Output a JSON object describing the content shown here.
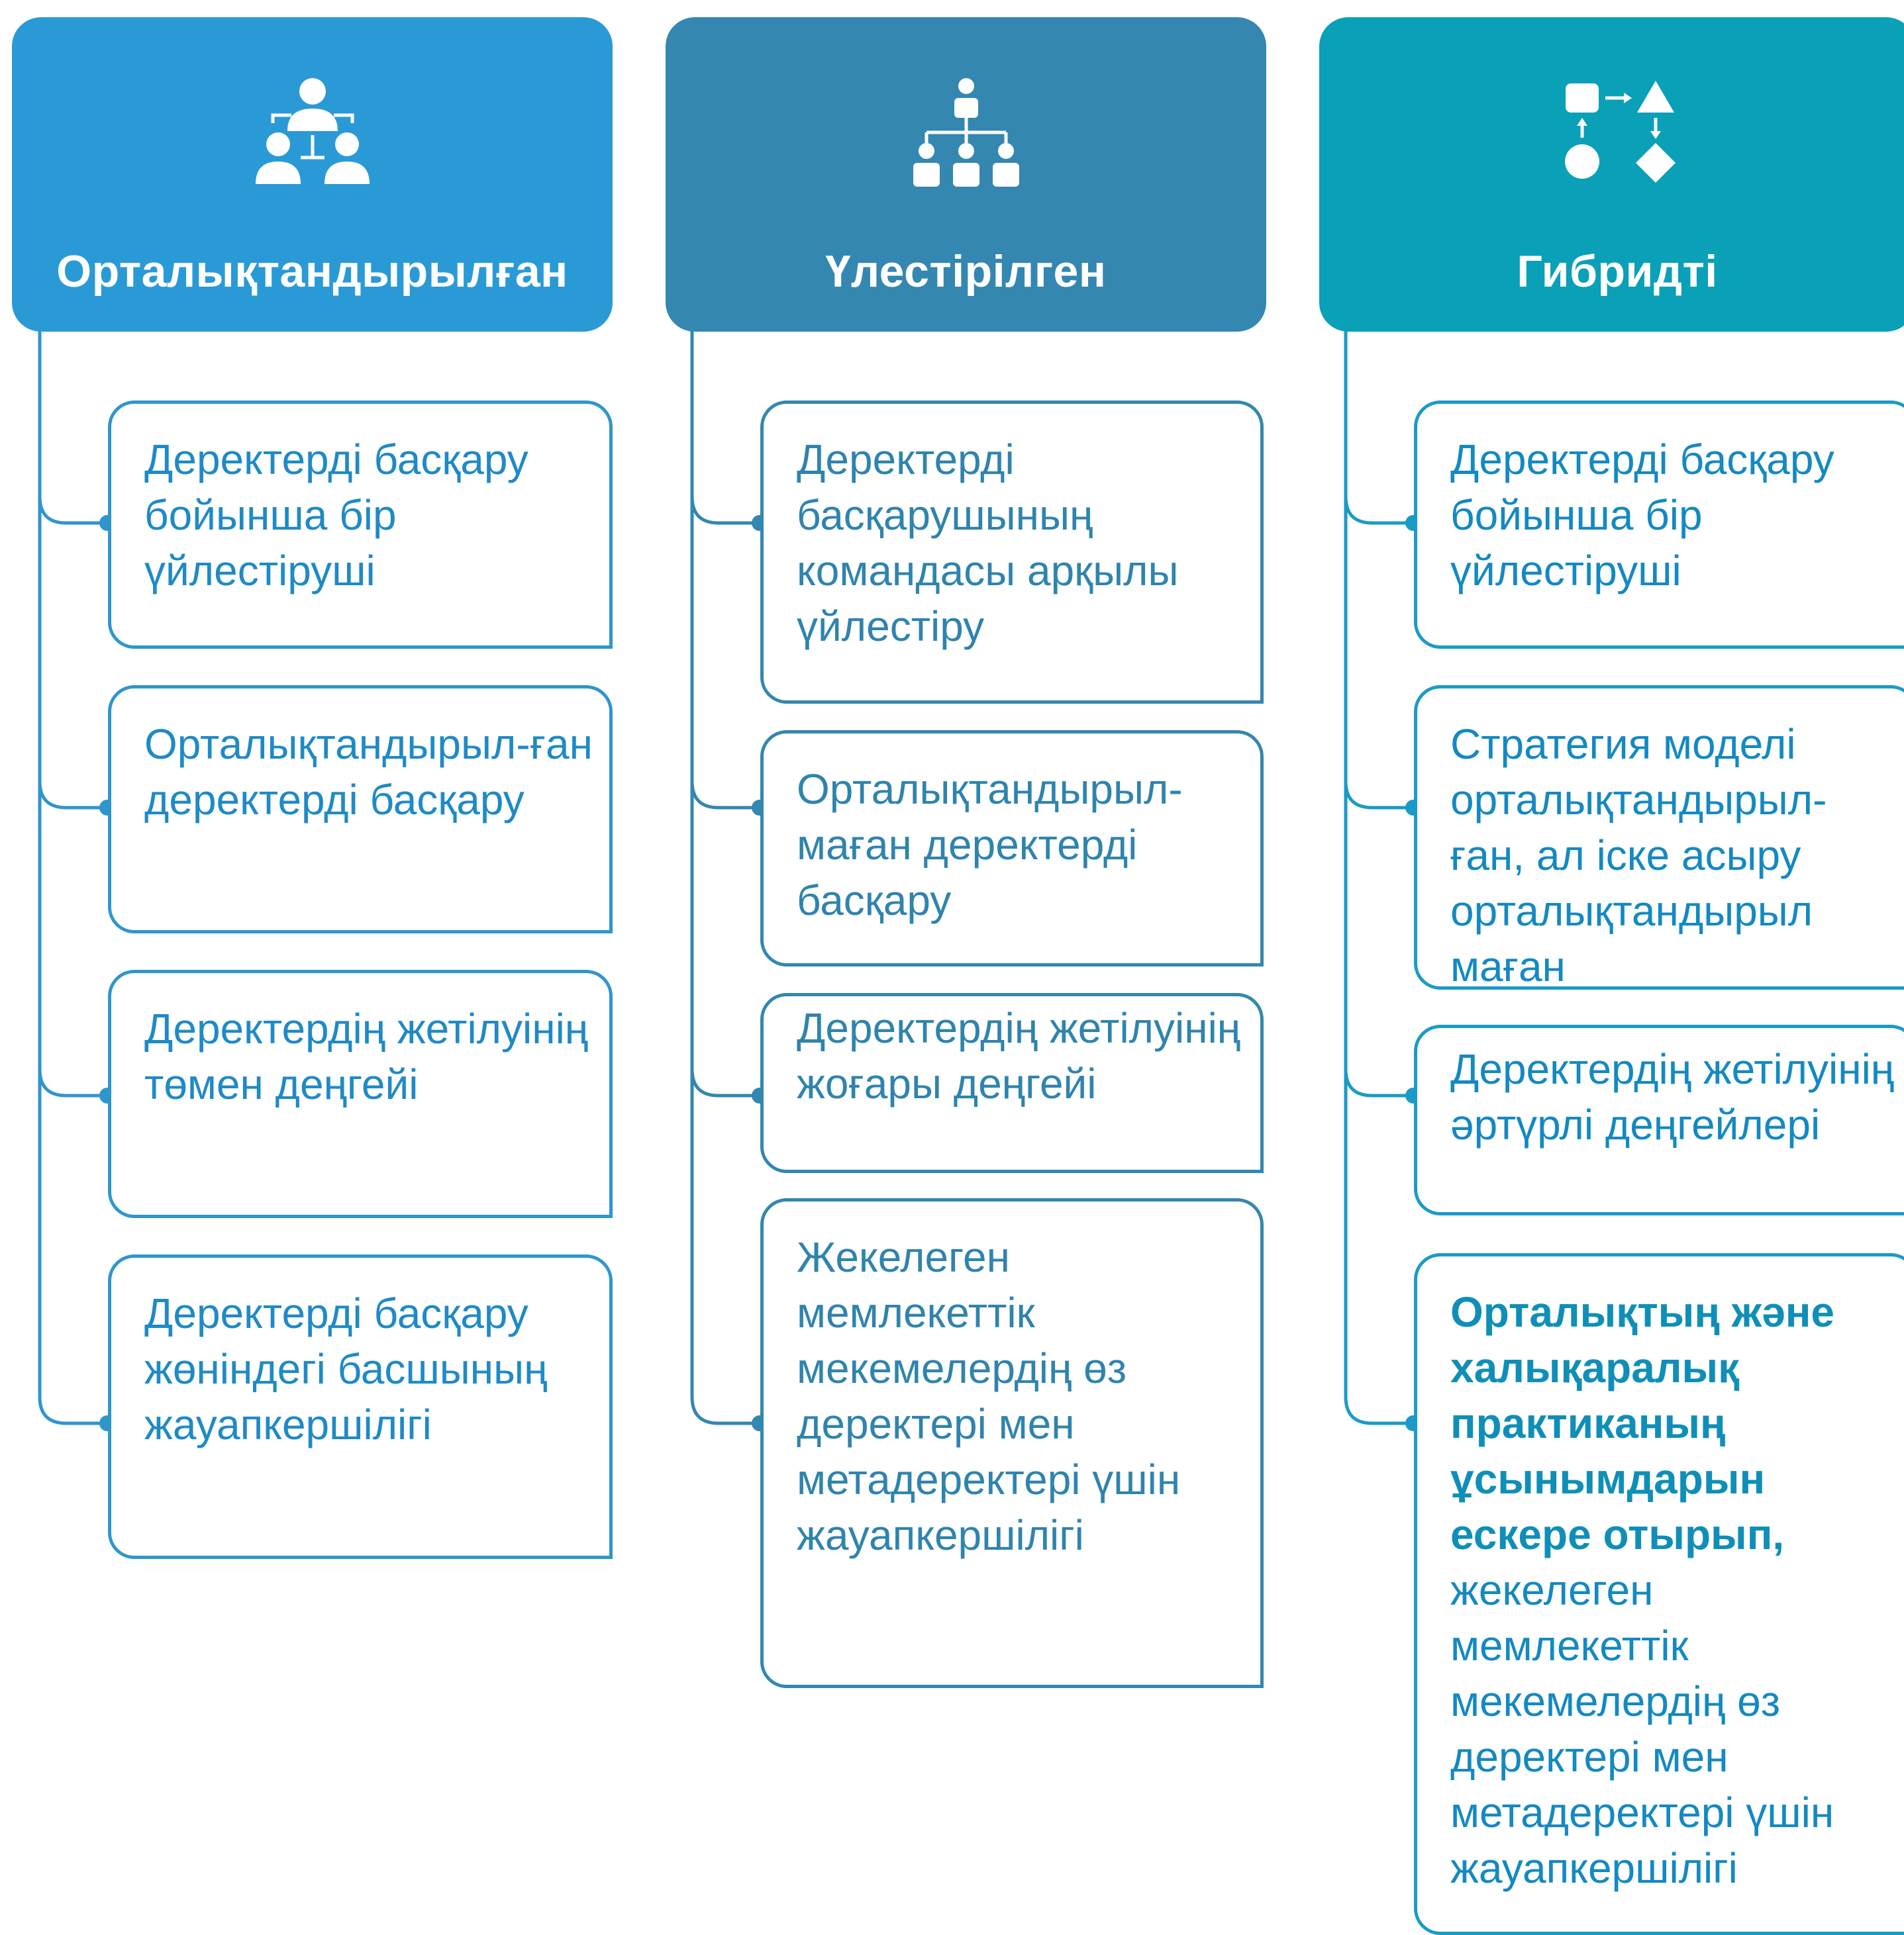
{
  "columns": [
    {
      "id": "centralized",
      "title": "Орталықтандырылған",
      "icon": "centralized-people-hierarchy-icon",
      "color": "#2a9ad6",
      "items": [
        "Деректерді басқару бойынша бір үйлестіруші",
        "Орталықтандырыл-ған деректерді басқару",
        "Деректердің жетілуінің төмен деңгейі",
        "Деректерді басқару жөніндегі басшының жауапкершілігі"
      ]
    },
    {
      "id": "distributed",
      "title": "Үлестірілген",
      "icon": "org-chart-icon",
      "color": "#3487b0",
      "items": [
        "Деректерді басқарушының командасы арқылы үйлестіру",
        "Орталықтандырыл-маған деректерді басқару",
        "Деректердің жетілуінің жоғары деңгейі",
        "Жекелеген мемлекеттік мекемелердің өз деректері мен метадеректері үшін жауапкершілігі"
      ]
    },
    {
      "id": "hybrid",
      "title": "Гибридті",
      "icon": "shapes-flow-icon",
      "color": "#0aa0b7",
      "items": [
        "Деректерді басқару бойынша бір үйлестіруші",
        "Стратегия моделі орталықтандырыл-ған, ал іске асыру орталықтандырыл маған",
        "Деректердің жетілуінің әртүрлі деңгейлері"
      ],
      "last_item_bold": "Орталықтың және халықаралық практиканың ұсынымдарын ескере отырып,",
      "last_item_rest": "жекелеген мемлекеттік мекемелердің өз деректері мен метадеректері үшін жауапкершілігі"
    }
  ]
}
